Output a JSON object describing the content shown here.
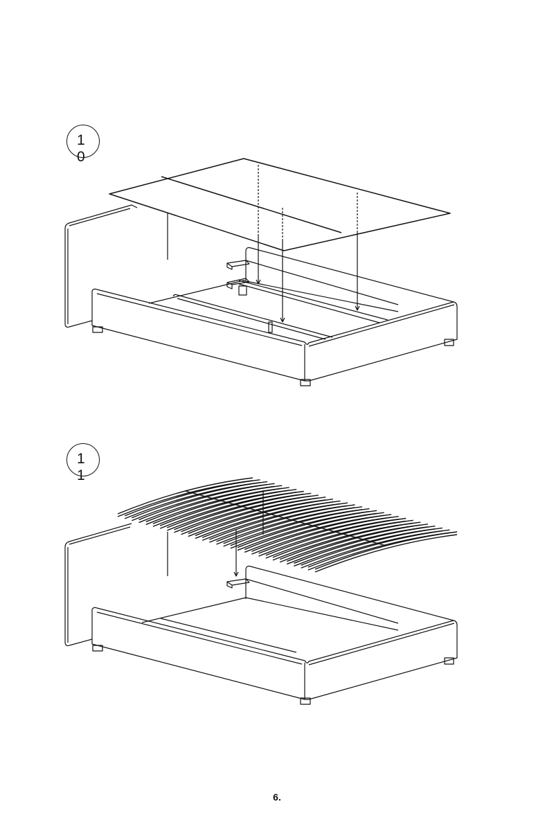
{
  "steps": [
    {
      "number": "10",
      "digit_1": "1",
      "digit_2": "0",
      "part": "panel-boards"
    },
    {
      "number": "11",
      "digit_1": "1",
      "digit_2": "1",
      "part": "slatted-frame"
    }
  ],
  "page_number": "6.",
  "colors": {
    "line": "#111111",
    "background": "#ffffff"
  }
}
